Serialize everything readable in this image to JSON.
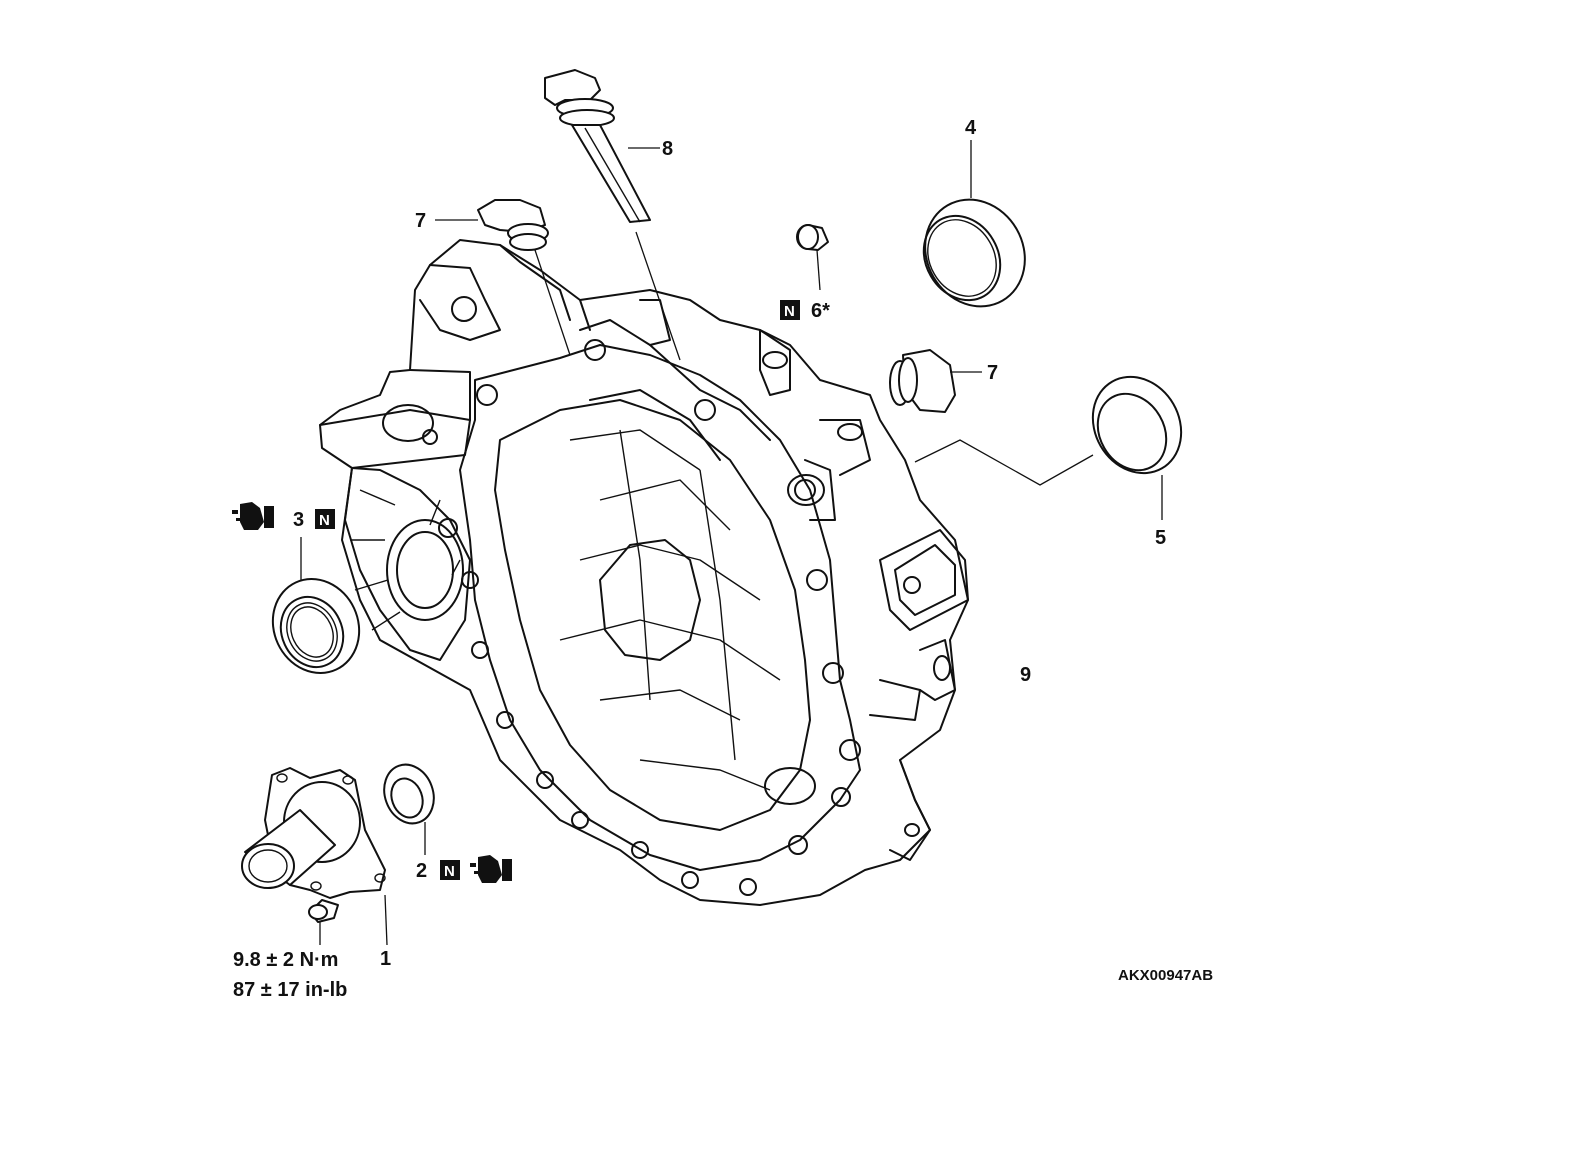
{
  "diagram": {
    "callouts": {
      "c1": "1",
      "c2": "2",
      "c3": "3",
      "c4": "4",
      "c5": "5",
      "c6": "6*",
      "c7a": "7",
      "c7b": "7",
      "c8": "8",
      "c9": "9"
    },
    "new_part_mark": "N",
    "torque": {
      "metric": "9.8 ± 2 N·m",
      "imperial": "87 ± 17 in-lb"
    },
    "reference_code": "AKX00947AB",
    "icons": [
      "grease-applicator-icon",
      "new-part-icon"
    ]
  }
}
